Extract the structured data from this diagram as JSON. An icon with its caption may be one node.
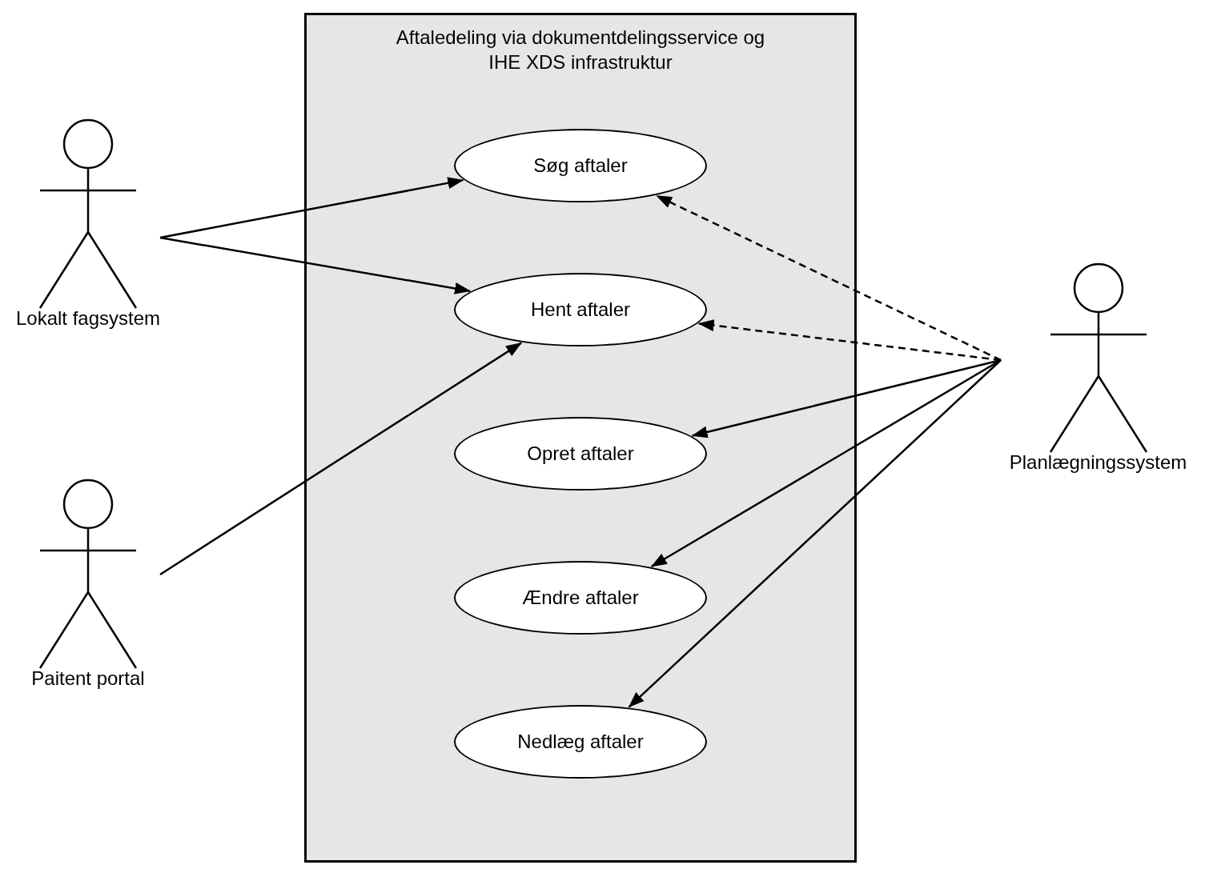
{
  "diagram": {
    "nodes": [
      {
        "text": [
          "Aftaledeling via dokumentdelingsservice og IHE XDS infrastruktur"
        ]
      },
      {
        "text": [
          "Søg aftaler"
        ],
        "in": 0
      },
      {
        "text": [
          "Hent aftaler"
        ],
        "in": 0
      },
      {
        "text": [
          "Opret aftaler"
        ],
        "in": 0
      },
      {
        "text": [
          "Ændre aftaler"
        ],
        "in": 0
      },
      {
        "text": [
          "Nedlæg aftaler"
        ],
        "in": 0
      },
      {
        "text": [
          "Lokalt fagsystem"
        ]
      },
      {
        "text": [
          "Paitent portal"
        ]
      },
      {
        "text": [
          "Planlægningssystem"
        ]
      }
    ],
    "edges": [
      {
        "from": 6,
        "to": 1,
        "arrow": "to"
      },
      {
        "from": 6,
        "to": 2,
        "arrow": "to"
      },
      {
        "from": 7,
        "to": 2,
        "arrow": "to"
      },
      {
        "from": 8,
        "to": 1,
        "arrow": "to",
        "style": "dashed"
      },
      {
        "from": 8,
        "to": 2,
        "arrow": "to",
        "style": "dashed"
      },
      {
        "from": 8,
        "to": 3,
        "arrow": "to"
      },
      {
        "from": 8,
        "to": 4,
        "arrow": "to"
      },
      {
        "from": 8,
        "to": 5,
        "arrow": "to"
      }
    ]
  }
}
